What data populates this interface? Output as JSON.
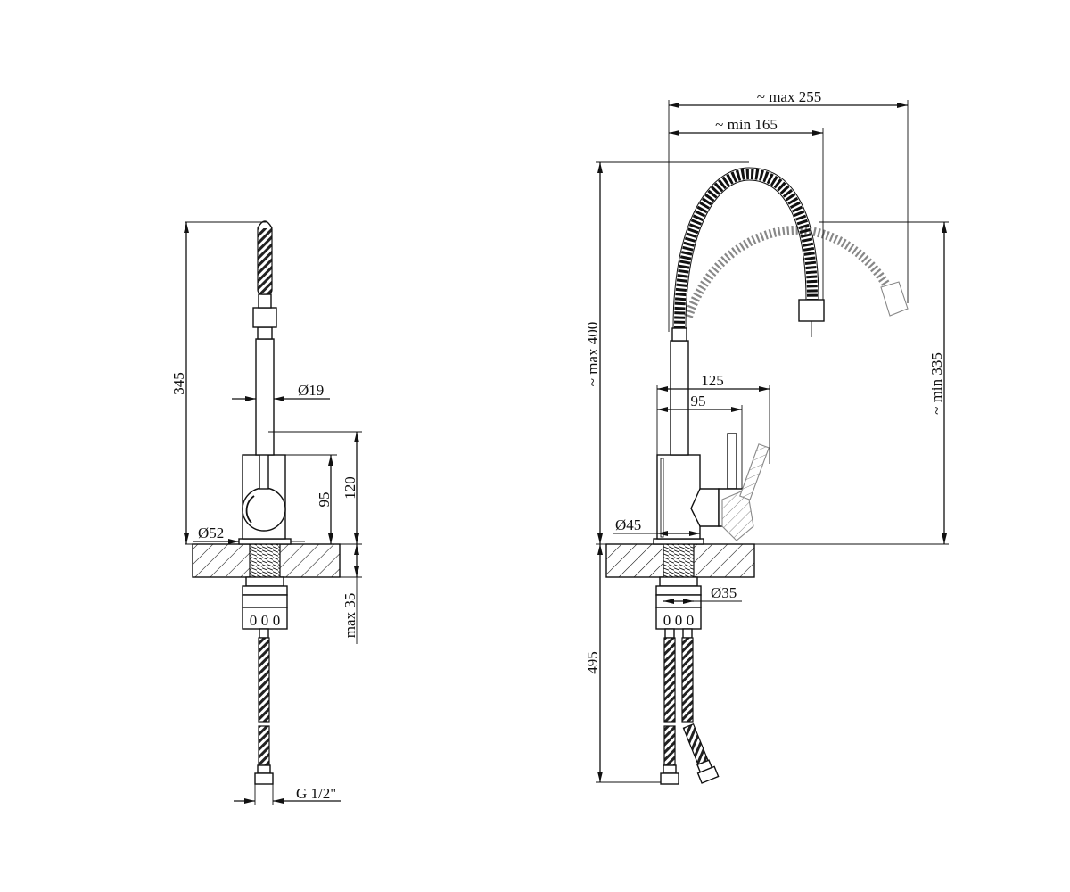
{
  "side_view": {
    "height_345": "345",
    "spout_diameter": "Ø19",
    "base_diameter": "Ø52",
    "lever_height_95": "95",
    "lever_height_120": "120",
    "max_thickness": "max 35",
    "connection": "G 1/2\"",
    "nut_marks": [
      "0",
      "0",
      "0"
    ]
  },
  "front_view": {
    "reach_max": "~ max 255",
    "reach_min": "~ min 165",
    "height_max": "~ max 400",
    "height_min": "~ min 335",
    "lever_reach_125": "125",
    "lever_reach_95": "95",
    "body_diameter": "Ø45",
    "mount_diameter": "Ø35",
    "hose_length": "495",
    "nut_marks": [
      "0",
      "0",
      "0"
    ]
  }
}
